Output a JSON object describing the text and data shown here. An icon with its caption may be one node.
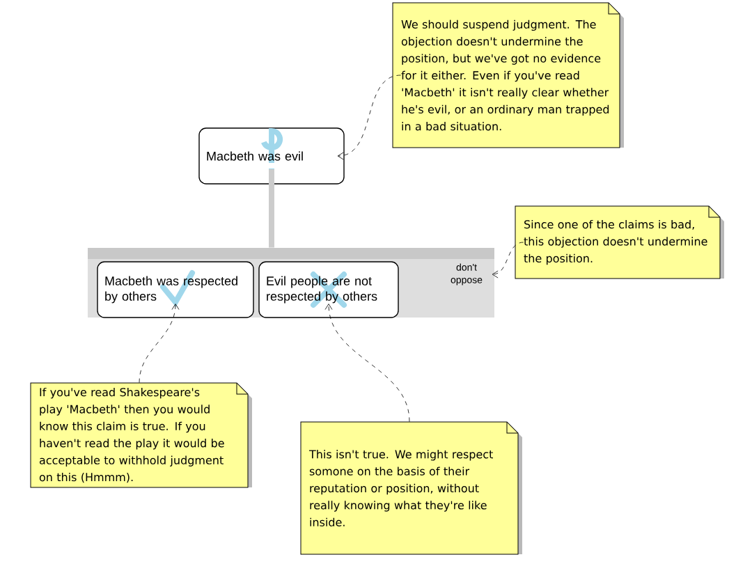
{
  "diagram": {
    "nodes": [
      {
        "text": [
          "Macbeth was evil"
        ]
      },
      {
        "text": [
          "don't oppose"
        ]
      },
      {
        "text": [
          "Macbeth was respected by others"
        ],
        "in": 1
      },
      {
        "text": [
          "Evil people are not respected by others"
        ],
        "in": 1
      },
      {
        "text": [
          "We should suspend judgment. The objection doesn't undermine the position, but we've got no evidence for it either. Even if you've read 'Macbeth' it isn't really clear whether he's evil, or an ordinary man trapped in a bad situation."
        ]
      },
      {
        "text": [
          "Since one of the claims is bad, this objection doesn't undermine the position."
        ]
      },
      {
        "text": [
          "If you've read Shakespeare's play 'Macbeth' then you would know this claim is true. If you haven't read the play it would be acceptable to withhold judgment on this (Hmmm)."
        ]
      },
      {
        "text": [
          "This isn't true. We might respect somone on the basis of their reputation or position, without really knowing what they're like inside."
        ]
      }
    ],
    "edges": [
      {
        "from": 1,
        "to": 0,
        "arrow": "none",
        "style": "thick",
        "color": "#cccccc"
      },
      {
        "from": 4,
        "to": 0,
        "arrow": "to",
        "style": "dashed"
      },
      {
        "from": 5,
        "to": 1,
        "arrow": "to",
        "style": "dashed"
      },
      {
        "from": 6,
        "to": 2,
        "arrow": "to",
        "style": "dashed"
      },
      {
        "from": 7,
        "to": 3,
        "arrow": "to",
        "style": "dashed"
      }
    ]
  }
}
